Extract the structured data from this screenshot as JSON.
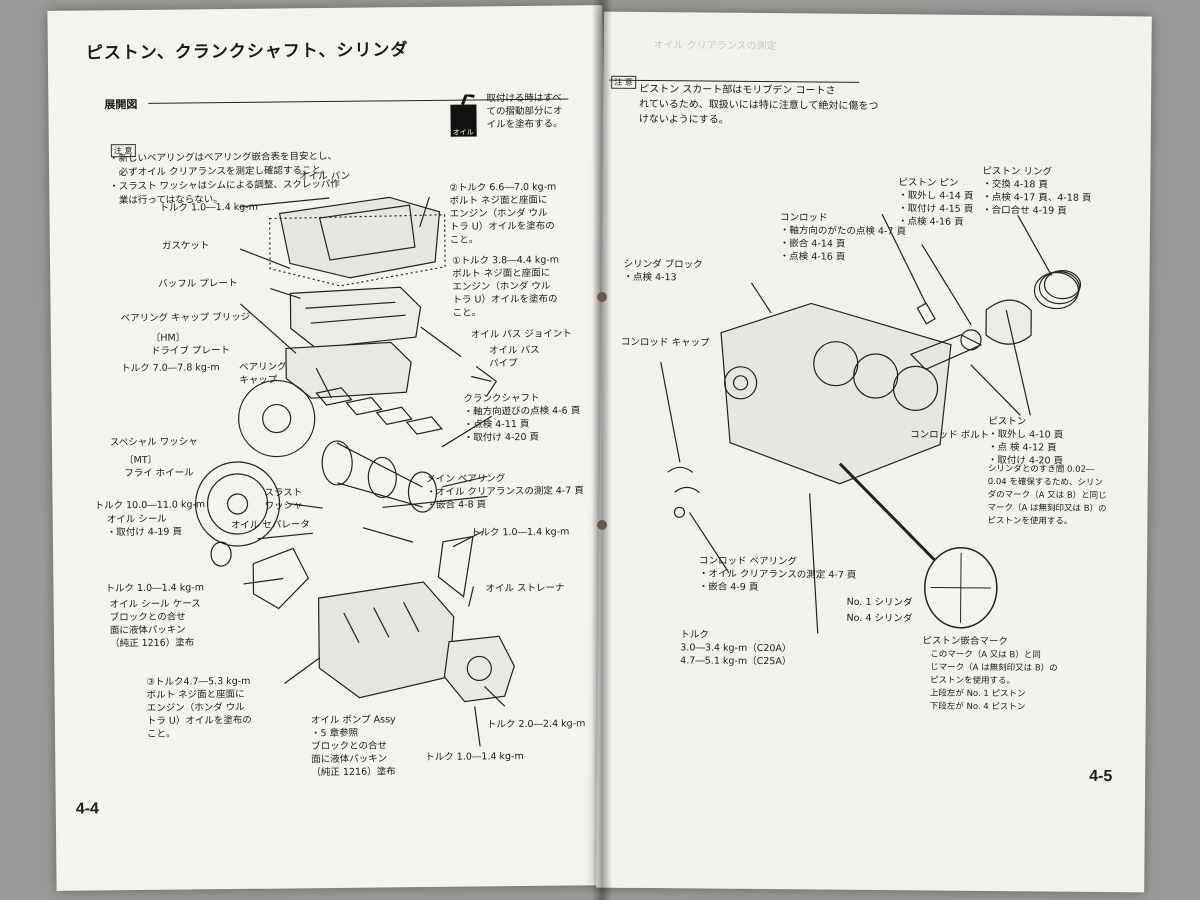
{
  "left_page": {
    "title": "ピストン、クランクシャフト、シリンダ",
    "subtitle": "展開図",
    "note_tag": "注 意",
    "notes": [
      "・新しいベアリングはベアリング嵌合表を目安とし、",
      "　必ずオイル クリアランスを測定し確認すること。",
      "・スラスト ワッシャはシムによる調整、スクレッパ作",
      "　業は行ってはならない。"
    ],
    "oil_can_text": "取付ける時はすべ\nての摺動部分にオ\nイルを塗布する。",
    "oil_can_label": "オイル",
    "labels": {
      "oil_pan": "オイル パン",
      "torque1": "トルク 1.0―1.4 kg-m",
      "gasket": "ガスケット",
      "note2": "②トルク 6.6―7.0 kg-m\nボルト ネジ面と座面に\nエンジン（ホンダ ウル\nトラ U）オイルを塗布の\nこと。",
      "note1": "①トルク 3.8―4.4 kg-m\nボルト ネジ面と座面に\nエンジン（ホンダ ウル\nトラ U）オイルを塗布の\nこと。",
      "baffle": "バッフル プレート",
      "bearing_cap_bridge": "ベアリング キャップ ブリッジ",
      "hm_drive_plate": "〔HM〕\nドライブ プレート",
      "torque_78": "トルク 7.0―7.8 kg-m",
      "bearing_cap": "ベアリング\nキャップ",
      "oil_pass_joint": "オイル パス ジョイント",
      "oil_pass_pipe": "オイル パス\nパイプ",
      "special_washer": "スペシャル ワッシャ",
      "mt_flywheel": "〔MT〕\nフライ ホイール",
      "crankshaft": "クランクシャフト\n・軸方向遊びの点検 4-6 頁\n・点検 4-11 頁\n・取付け 4-20 頁",
      "main_bearing": "メイン ベアリング\n・オイル クリアランスの測定 4-7 頁\n・嵌合 4-8 頁",
      "thrust_washer": "スラスト\nワッシャ",
      "torque_10_11": "トルク 10.0―11.0 kg-m",
      "oil_seal": "オイル シール\n・取付け 4-19 頁",
      "oil_separator": "オイル セパレータ",
      "torque_strainer": "トルク 1.0―1.4 kg-m",
      "torque_seal_case": "トルク 1.0―1.4 kg-m",
      "oil_seal_case": "オイル シール ケース\nブロックとの合せ\n面に液体パッキン\n（純正 1216）塗布",
      "oil_strainer": "オイル ストレーナ",
      "note3": "③トルク4.7―5.3 kg-m\nボルト ネジ面と座面に\nエンジン（ホンダ ウル\nトラ U）オイルを塗布の\nこと。",
      "oil_pump": "オイル ポンプ Assy\n・5 章参照\nブロックとの合せ\n面に液体パッキン\n（純正 1216）塗布",
      "torque_20_24": "トルク 2.0―2.4 kg-m",
      "torque_bottom": "トルク 1.0―1.4 kg-m"
    },
    "page_number": "4-4"
  },
  "right_page": {
    "note_tag": "注 意",
    "note_text": "ピストン スカート部はモリブデン コートさ\nれているため、取扱いには特に注意して絶対に傷をつ\nけないようにする。",
    "labels": {
      "piston_ring": "ピストン リング\n・交換 4-18 頁\n・点検 4-17 頁、4-18 頁\n・合口合せ 4-19 頁",
      "piston_pin": "ピストン ピン\n・取外し 4-14 頁\n・取付け 4-15 頁\n・点検 4-16 頁",
      "conrod": "コンロッド\n・軸方向のがたの点検 4-7 頁\n・嵌合 4-14 頁\n・点検 4-16 頁",
      "cylinder_block": "シリンダ ブロック\n・点検 4-13",
      "conrod_cap": "コンロッド キャップ",
      "conrod_bolt": "コンロッド ボルト",
      "piston": "ピストン\n・取外し 4-10 頁\n・点 検 4-12 頁\n・取付け 4-20 頁",
      "piston_note": "シリンダとのすき間 0.02―\n0.04 を確保するため、シリン\nダのマーク（A 又は B）と同じ\nマーク（A は無刻印又は B）の\nピストンを使用する。",
      "conrod_bearing": "コンロッド ベアリング\n・オイル クリアランスの測定 4-7 頁\n・嵌合 4-9 頁",
      "torque": "トルク\n3.0―3.4 kg-m（C20A）\n4.7―5.1 kg-m（C25A）",
      "cyl1": "No. 1 シリンダ",
      "cyl4": "No. 4 シリンダ",
      "piston_mark_title": "ピストン嵌合マーク",
      "piston_mark_note": "このマーク（A 又は B）と同\nじマーク（A は無刻印又は B）の\nピストンを使用する。\n上段左が No. 1 ピストン\n下段左が No. 4 ピストン"
    },
    "bleed_through": "オイル クリアランスの測定",
    "page_number": "4-5"
  }
}
